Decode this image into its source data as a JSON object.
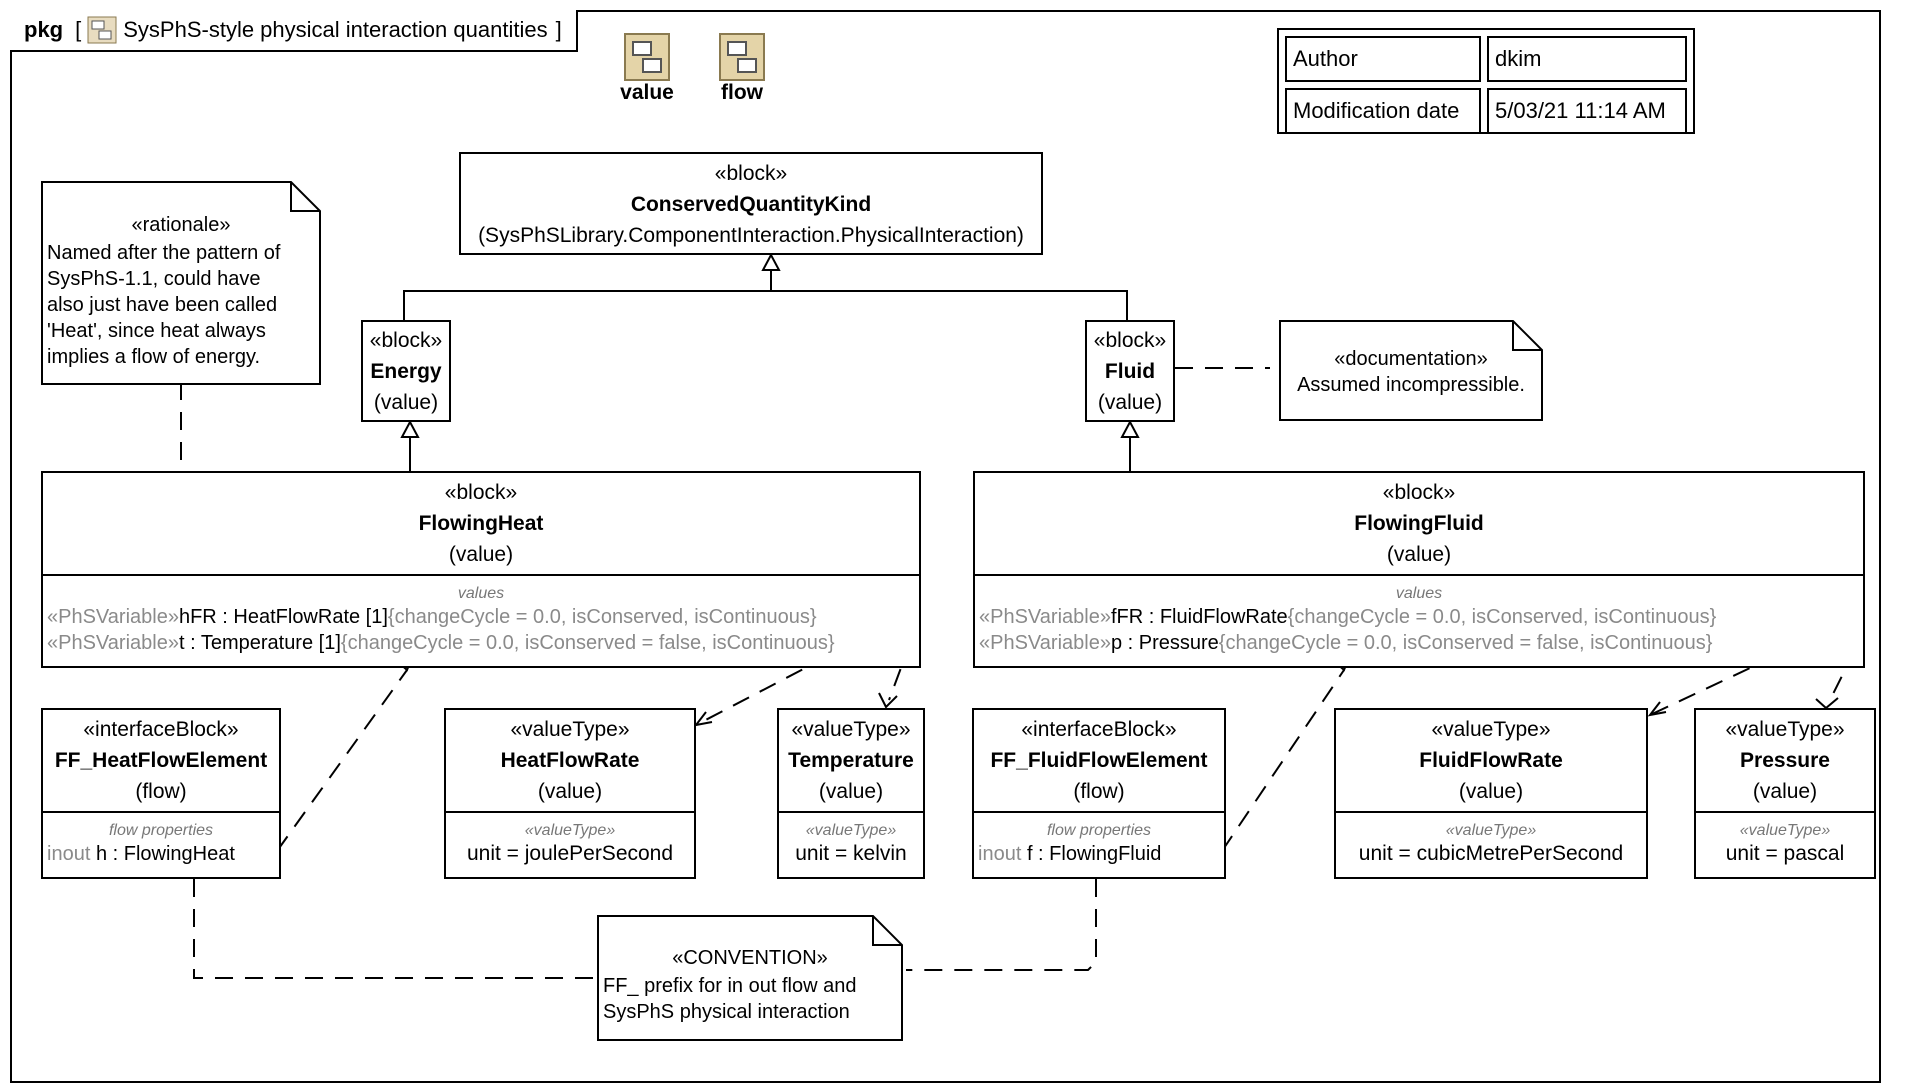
{
  "package": {
    "keyword": "pkg",
    "name": "SysPhS-style physical interaction quantities"
  },
  "top_icons": [
    {
      "label": "value"
    },
    {
      "label": "flow"
    }
  ],
  "tags": [
    {
      "key": "Author",
      "value": "dkim"
    },
    {
      "key": "Modification date",
      "value": "5/03/21 11:14 AM"
    }
  ],
  "blocks": {
    "conserved": {
      "stereotype": "«block»",
      "name": "ConservedQuantityKind",
      "owner": "(SysPhSLibrary.ComponentInteraction.PhysicalInteraction)"
    },
    "energy": {
      "stereotype": "«block»",
      "name": "Energy",
      "tag": "(value)"
    },
    "fluid": {
      "stereotype": "«block»",
      "name": "Fluid",
      "tag": "(value)"
    },
    "flowing_heat": {
      "stereotype": "«block»",
      "name": "FlowingHeat",
      "tag": "(value)",
      "section": "values",
      "rows": [
        {
          "stereo": "«PhSVariable»",
          "main": "hFR : HeatFlowRate [1]",
          "props": "{changeCycle = 0.0, isConserved, isContinuous}"
        },
        {
          "stereo": "«PhSVariable»",
          "main": "t : Temperature [1]",
          "props": "{changeCycle = 0.0, isConserved = false, isContinuous}"
        }
      ]
    },
    "flowing_fluid": {
      "stereotype": "«block»",
      "name": "FlowingFluid",
      "tag": "(value)",
      "section": "values",
      "rows": [
        {
          "stereo": "«PhSVariable»",
          "main": "fFR : FluidFlowRate",
          "props": "{changeCycle = 0.0, isConserved, isContinuous}"
        },
        {
          "stereo": "«PhSVariable»",
          "main": "p : Pressure",
          "props": "{changeCycle = 0.0, isConserved = false, isContinuous}"
        }
      ]
    },
    "ff_heat": {
      "stereotype": "«interfaceBlock»",
      "name": "FF_HeatFlowElement",
      "tag": "(flow)",
      "section": "flow properties",
      "dir": "inout",
      "prop": "h : FlowingHeat"
    },
    "ff_fluid": {
      "stereotype": "«interfaceBlock»",
      "name": "FF_FluidFlowElement",
      "tag": "(flow)",
      "section": "flow properties",
      "dir": "inout",
      "prop": "f : FlowingFluid"
    },
    "heat_flow_rate": {
      "stereotype": "«valueType»",
      "name": "HeatFlowRate",
      "tag": "(value)",
      "section": "«valueType»",
      "row": "unit = joulePerSecond"
    },
    "temperature": {
      "stereotype": "«valueType»",
      "name": "Temperature",
      "tag": "(value)",
      "section": "«valueType»",
      "row": "unit = kelvin"
    },
    "fluid_flow_rate": {
      "stereotype": "«valueType»",
      "name": "FluidFlowRate",
      "tag": "(value)",
      "section": "«valueType»",
      "row": "unit = cubicMetrePerSecond"
    },
    "pressure": {
      "stereotype": "«valueType»",
      "name": "Pressure",
      "tag": "(value)",
      "section": "«valueType»",
      "row": "unit = pascal"
    }
  },
  "notes": {
    "rationale": {
      "stereotype": "«rationale»",
      "lines": [
        "Named after the pattern of",
        "SysPhS-1.1, could have",
        "also just have been called",
        "'Heat', since heat always",
        "implies a flow of energy."
      ]
    },
    "documentation": {
      "stereotype": "«documentation»",
      "lines": [
        "Assumed incompressible."
      ]
    },
    "convention": {
      "stereotype": "«CONVENTION»",
      "lines": [
        "FF_ prefix for in out flow and",
        "SysPhS physical interaction"
      ]
    }
  }
}
